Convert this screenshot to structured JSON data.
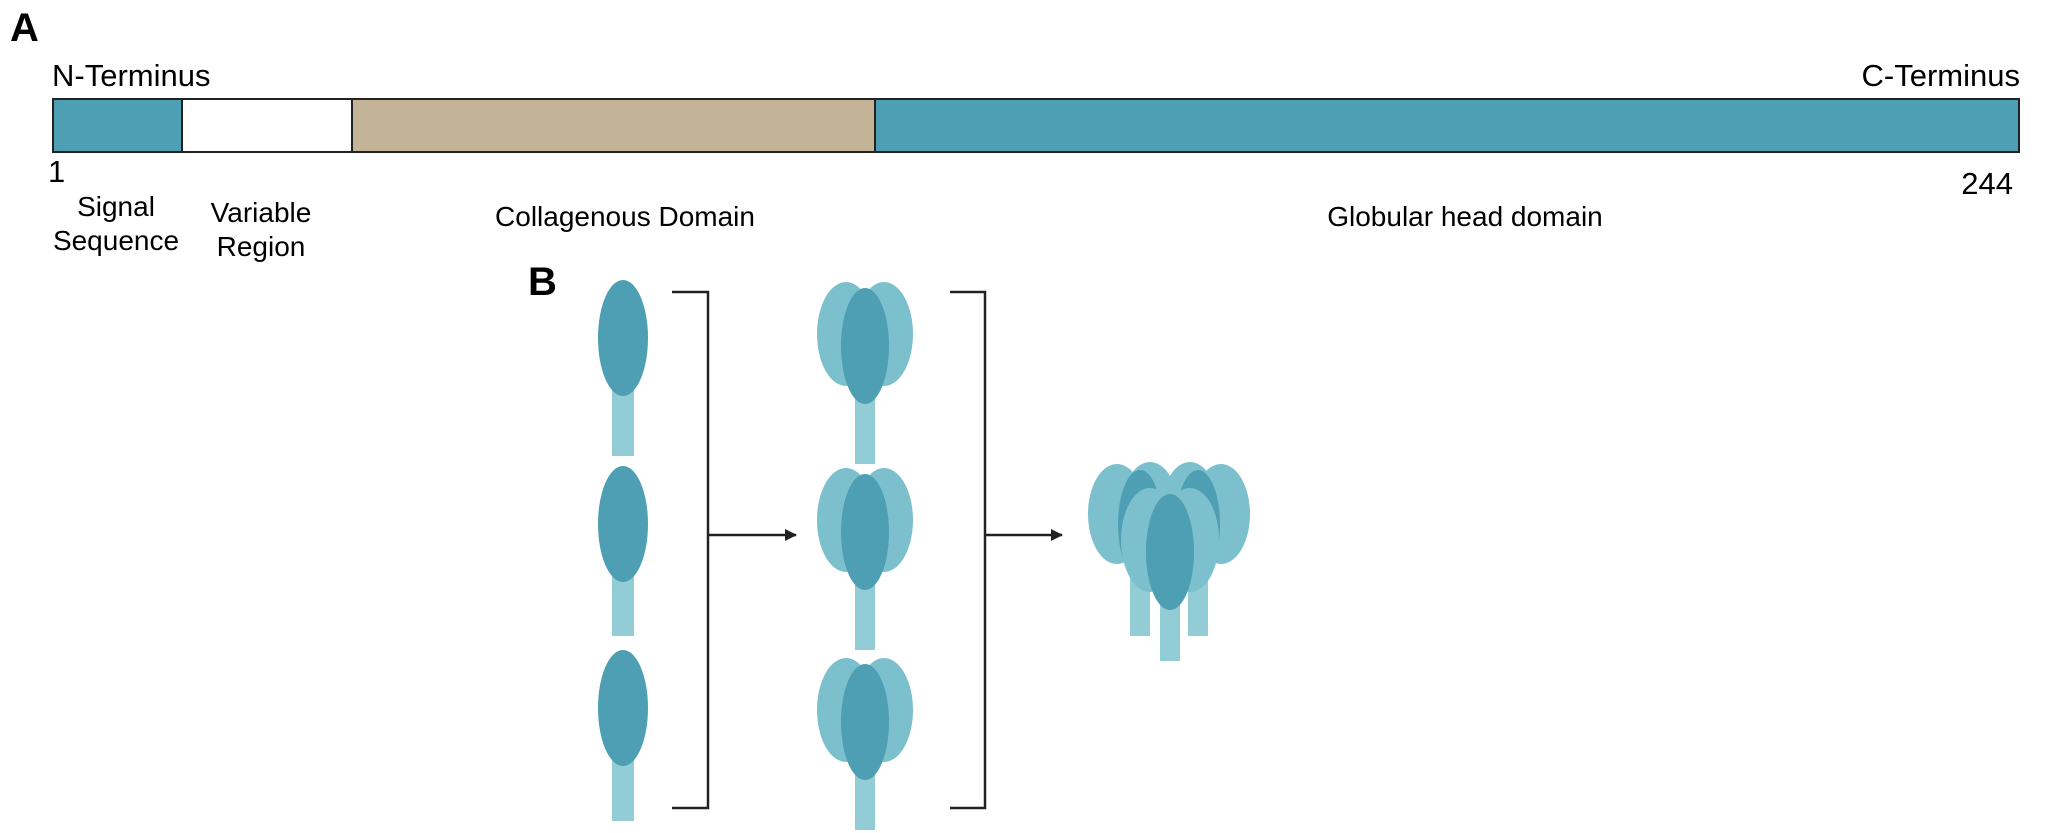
{
  "panel_a": {
    "label": "A",
    "n_terminus": "N-Terminus",
    "c_terminus": "C-Terminus",
    "start_position": "1",
    "end_position": "244",
    "colors": {
      "signal": "#4e9fb3",
      "variable": "#ffffff",
      "collagenous": "#c4b497",
      "globular": "#4e9fb3"
    },
    "domains": {
      "signal": {
        "line1": "Signal",
        "line2": "Sequence"
      },
      "variable": {
        "line1": "Variable",
        "line2": "Region"
      },
      "collagenous": "Collagenous Domain",
      "globular": "Globular head domain"
    }
  },
  "panel_b": {
    "label": "B",
    "colors": {
      "head_dark": "#4e9fb3",
      "head_light": "#7cc0cd",
      "stalk": "#92ccd5",
      "lines": "#222222"
    }
  }
}
